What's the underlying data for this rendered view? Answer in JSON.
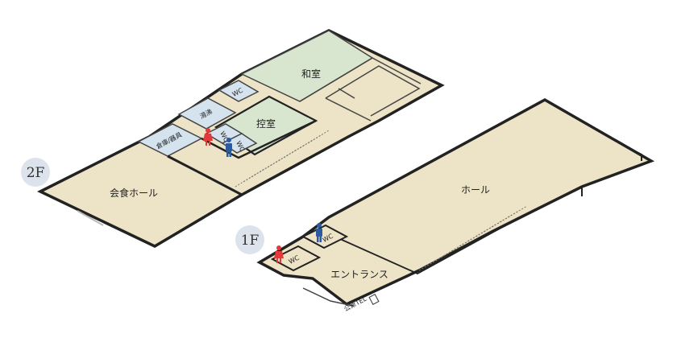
{
  "floors": {
    "second": {
      "badge": "2F",
      "rooms": {
        "washitsu": "和室",
        "hikae": "控室",
        "kaishoku_hall": "会食ホール",
        "wc_top": "WC",
        "wc_mid": "WC",
        "wc_low": "WC",
        "pantry": "湯沸",
        "storage": "倉庫/器具"
      }
    },
    "first": {
      "badge": "1F",
      "rooms": {
        "hall": "ホール",
        "entrance": "エントランス",
        "wc_upper": "WC",
        "wc_lower": "WC",
        "public_phone": "公衆TEL"
      }
    }
  },
  "icons": {
    "female": "restroom-female-icon",
    "male": "restroom-male-icon",
    "phone": "phone-icon"
  },
  "colors": {
    "floor_beige": "#ede3c6",
    "japanese_room": "#d9e6cf",
    "service_blue": "#d5e3ef",
    "wall": "#222222",
    "female": "#e23a3a",
    "male": "#2c5aa0",
    "badge_bg": "#dde3ec"
  }
}
